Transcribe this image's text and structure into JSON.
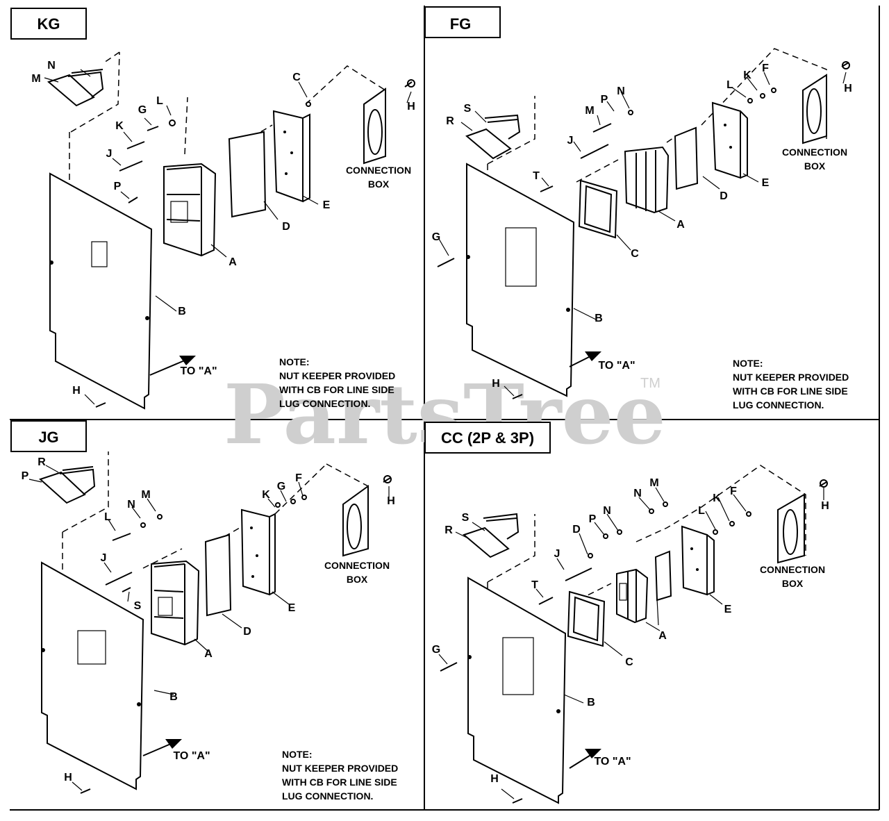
{
  "watermark": {
    "text": "PartsTree",
    "tm": "TM"
  },
  "quadrants": {
    "kg": {
      "header": "KG",
      "parts": {
        "A": "A",
        "B": "B",
        "C": "C",
        "D": "D",
        "E": "E",
        "G": "G",
        "H1": "H",
        "H2": "H",
        "J": "J",
        "K": "K",
        "L": "L",
        "M": "M",
        "N": "N",
        "P": "P"
      },
      "connection_box": [
        "CONNECTION",
        "BOX"
      ],
      "to_a": "TO \"A\"",
      "note": [
        "NOTE:",
        "NUT KEEPER PROVIDED",
        "WITH CB FOR LINE SIDE",
        "LUG CONNECTION."
      ]
    },
    "fg": {
      "header": "FG",
      "parts": {
        "A": "A",
        "B": "B",
        "C": "C",
        "D": "D",
        "E": "E",
        "F": "F",
        "G": "G",
        "H1": "H",
        "H2": "H",
        "J": "J",
        "K": "K",
        "L": "L",
        "M": "M",
        "N": "N",
        "P": "P",
        "R": "R",
        "S": "S",
        "T": "T"
      },
      "connection_box": [
        "CONNECTION",
        "BOX"
      ],
      "to_a": "TO \"A\"",
      "note": [
        "NOTE:",
        "NUT KEEPER PROVIDED",
        "WITH CB FOR LINE SIDE",
        "LUG CONNECTION."
      ]
    },
    "jg": {
      "header": "JG",
      "parts": {
        "A": "A",
        "B": "B",
        "D": "D",
        "E": "E",
        "F": "F",
        "G": "G",
        "H1": "H",
        "H2": "H",
        "J": "J",
        "K": "K",
        "L": "L",
        "M": "M",
        "N": "N",
        "P": "P",
        "R": "R",
        "S": "S"
      },
      "connection_box": [
        "CONNECTION",
        "BOX"
      ],
      "to_a": "TO \"A\"",
      "note": [
        "NOTE:",
        "NUT KEEPER PROVIDED",
        "WITH CB FOR LINE SIDE",
        "LUG CONNECTION."
      ]
    },
    "cc": {
      "header": "CC (2P & 3P)",
      "parts": {
        "A": "A",
        "B": "B",
        "C": "C",
        "D": "D",
        "E": "E",
        "F": "F",
        "G": "G",
        "H1": "H",
        "H2": "H",
        "J": "J",
        "K": "K",
        "L": "L",
        "M": "M",
        "N1": "N",
        "N2": "N",
        "P": "P",
        "R": "R",
        "S": "S",
        "T": "T"
      },
      "connection_box": [
        "CONNECTION",
        "BOX"
      ],
      "to_a": "TO \"A\""
    }
  }
}
